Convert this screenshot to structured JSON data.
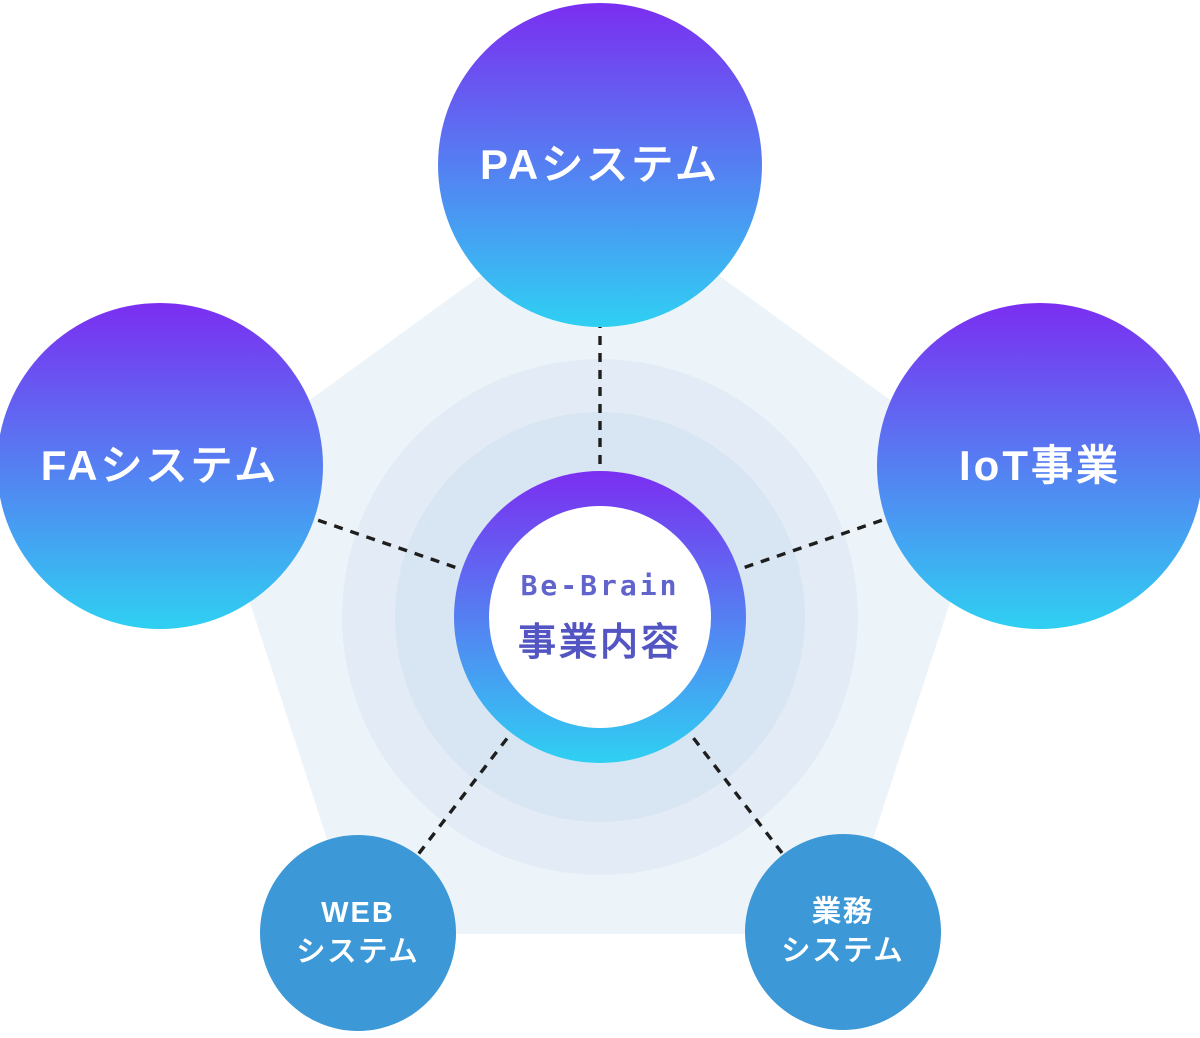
{
  "diagram": {
    "center": {
      "title": "Be-Brain",
      "subtitle": "事業内容"
    },
    "nodes": [
      {
        "id": "pa",
        "label": "PAシステム"
      },
      {
        "id": "fa",
        "label": "FAシステム"
      },
      {
        "id": "iot",
        "label": "IoT事業"
      },
      {
        "id": "web",
        "label_line1": "WEB",
        "label_line2": "システム"
      },
      {
        "id": "gyomu",
        "label_line1": "業務",
        "label_line2": "システム"
      }
    ]
  },
  "theme": {
    "colors": {
      "grad-top": "#7B2EF1",
      "grad-bottom": "#2FD0F2",
      "flat-blue": "#3C98D7",
      "pentagon": "#EDF4F9",
      "halo-outer": "#E3ECF6",
      "halo-middle": "#D8E5F2",
      "dash": "#1E1E1E",
      "title-color": "#6164CD",
      "subtitle-color": "#5356C2",
      "node-text": "#FFFFFF",
      "inner-white": "#FFFFFF"
    }
  }
}
